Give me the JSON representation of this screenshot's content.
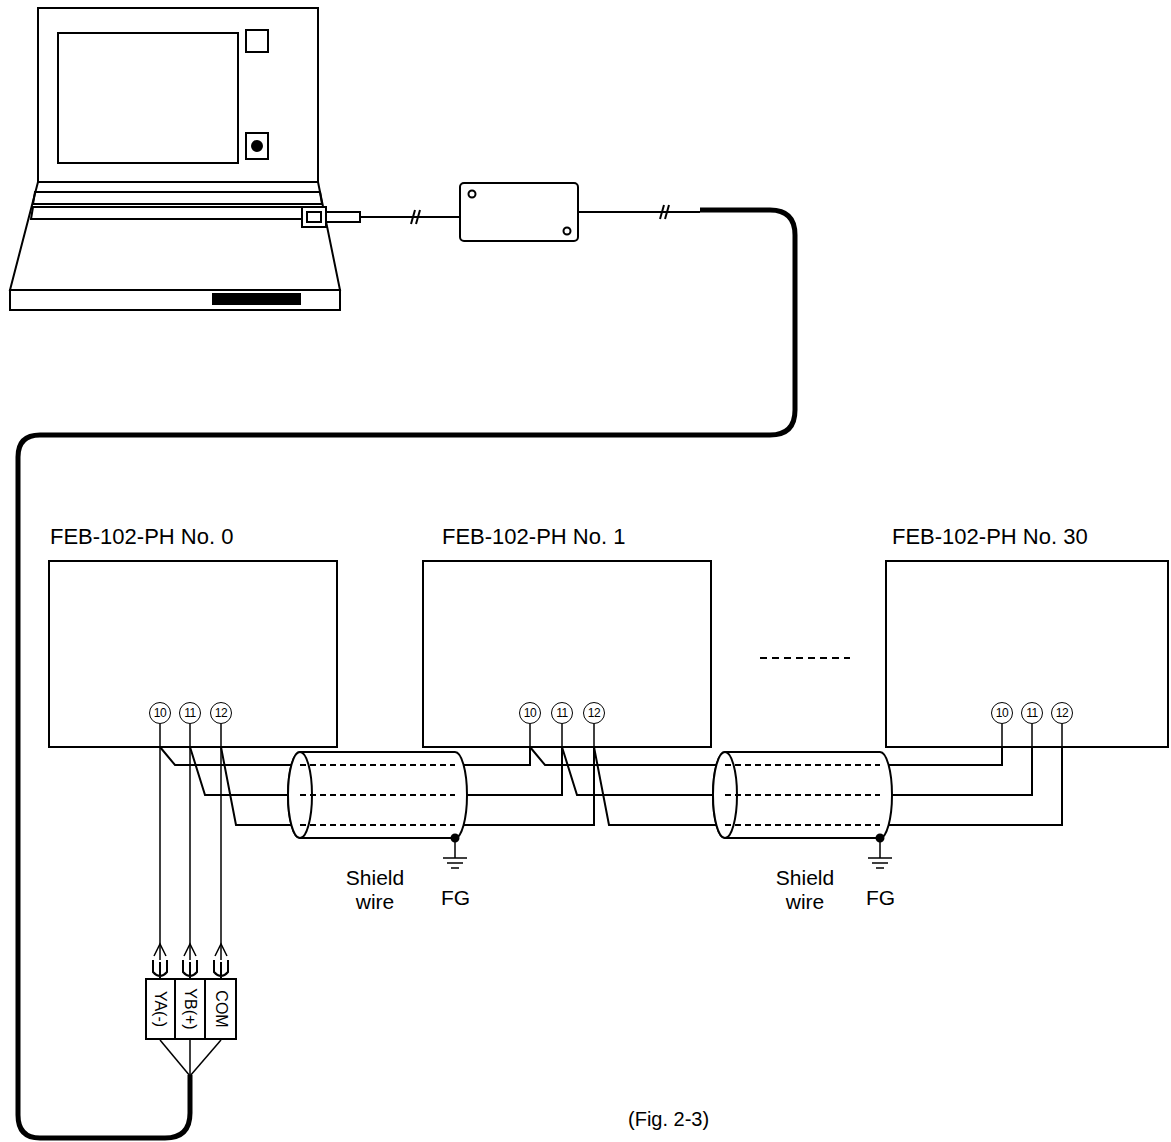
{
  "diagram": {
    "caption": "(Fig. 2-3)",
    "nodes": [
      {
        "text": [
          "FEB-102-PH No. 0",
          "10",
          "11",
          "12"
        ]
      },
      {
        "text": [
          "FEB-102-PH No. 1",
          "10",
          "11",
          "12"
        ]
      },
      {
        "text": [
          "FEB-102-PH No. 30",
          "10",
          "11",
          "12"
        ]
      }
    ],
    "edges": [
      {
        "from": 0,
        "to": 1,
        "arrow": "none"
      },
      {
        "from": 1,
        "to": 2,
        "arrow": "none"
      }
    ],
    "labels": [
      "YA(-)",
      "YB(+)",
      "COM",
      "Shield wire",
      "FG",
      "Shield wire",
      "FG"
    ]
  }
}
